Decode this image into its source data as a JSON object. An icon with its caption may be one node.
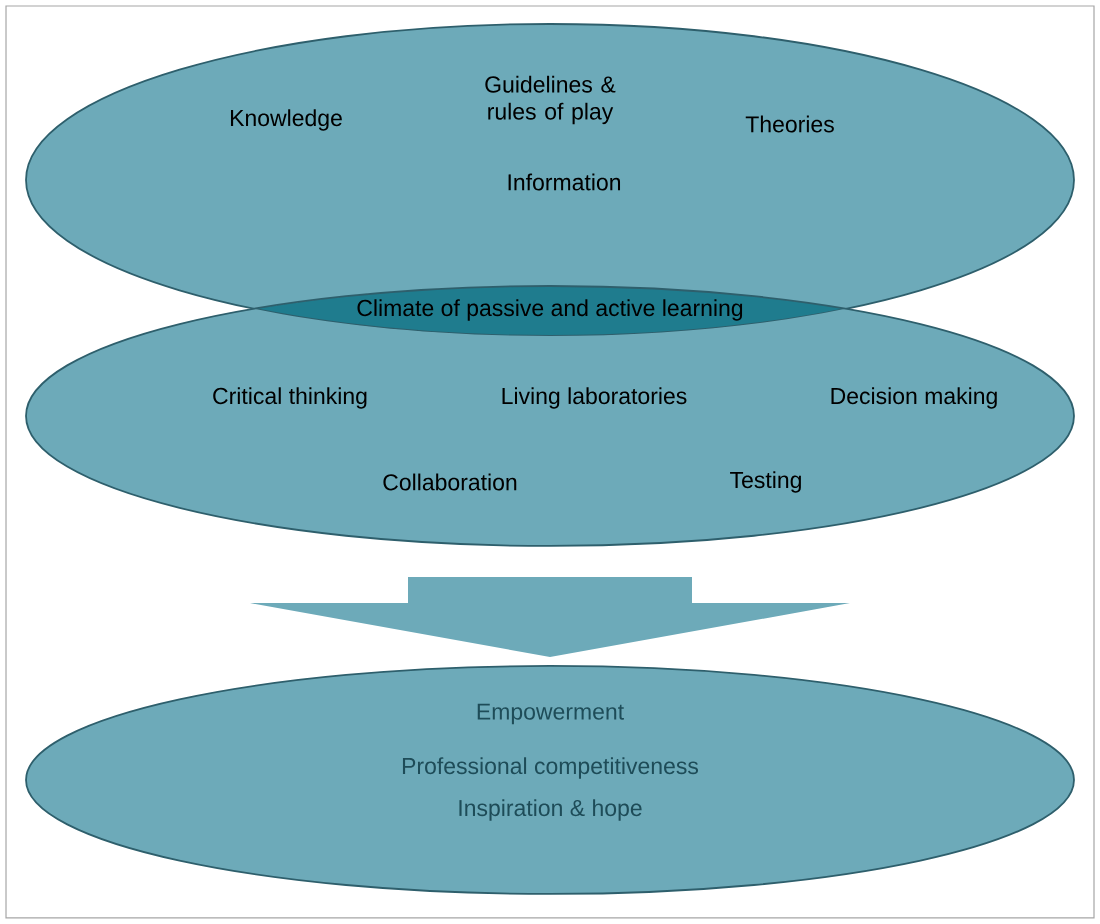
{
  "diagram": {
    "nodes": [
      {
        "text": [
          "Knowledge",
          "Guidelines & rules of play",
          "Theories",
          "Information"
        ]
      },
      {
        "text": [
          "Critical thinking",
          "Living laboratories",
          "Decision making",
          "Collaboration",
          "Testing"
        ]
      },
      {
        "text": [
          "Climate of passive and active learning"
        ]
      },
      {
        "text": [
          "Empowerment",
          "Professional competitiveness",
          "Inspiration & hope"
        ]
      }
    ],
    "edges": [
      {
        "from": 1,
        "to": 3,
        "arrow": "to"
      }
    ]
  }
}
